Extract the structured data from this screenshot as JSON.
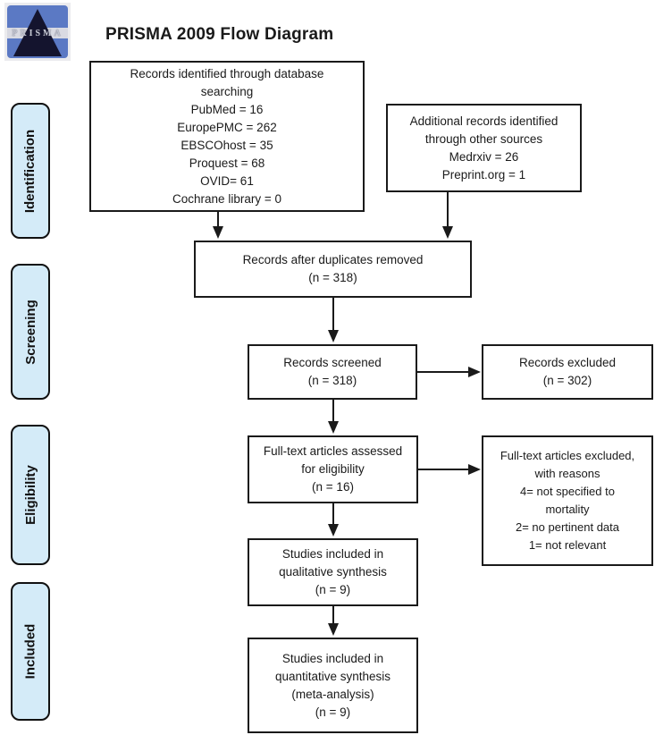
{
  "header": {
    "title": "PRISMA 2009 Flow Diagram",
    "logo_text": "PRISMA"
  },
  "stages": {
    "identification": "Identification",
    "screening": "Screening",
    "eligibility": "Eligibility",
    "included": "Included"
  },
  "boxes": {
    "identified": "Records identified through database\nsearching\nPubMed = 16\nEuropePMC = 262\nEBSCOhost = 35\nProquest = 68\nOVID= 61\nCochrane library = 0",
    "additional": "Additional records identified\nthrough other sources\nMedrxiv = 26\nPreprint.org = 1",
    "deduplicated": "Records after duplicates removed\n(n = 318)",
    "screened": "Records screened\n(n = 318)",
    "excluded": "Records excluded\n(n = 302)",
    "fulltext_assessed": "Full-text articles assessed\nfor eligibility\n(n = 16)",
    "fulltext_excluded": "Full-text articles excluded,\nwith reasons\n4= not specified to\nmortality\n2= no pertinent data\n1= not relevant",
    "qualitative": "Studies included in\nqualitative synthesis\n(n = 9)",
    "quantitative": "Studies included in\nquantitative synthesis\n(meta-analysis)\n(n = 9)"
  },
  "colors": {
    "stage_fill": "#d4ebf8",
    "box_border": "#1a1a1a",
    "logo_blue": "#5b79c4",
    "logo_stripe": "#d9dae2",
    "logo_triangle": "#14142e"
  }
}
